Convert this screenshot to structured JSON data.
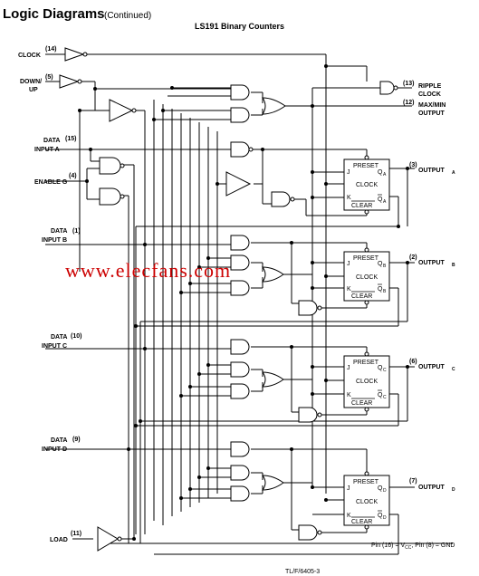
{
  "header": {
    "title": "Logic Diagrams",
    "continued": "(Continued)",
    "subtitle": "LS191 Binary Counters"
  },
  "inputs": {
    "clock": {
      "label": "CLOCK",
      "pin": "(14)"
    },
    "down_up_1": {
      "label": "DOWN/",
      "pin": "(5)"
    },
    "down_up_2": {
      "label": "UP"
    },
    "data_a_1": {
      "label": "DATA",
      "pin": "(15)"
    },
    "data_a_2": {
      "label": "INPUT A"
    },
    "enable": {
      "label": "ENABLE G",
      "pin": "(4)"
    },
    "data_b_1": {
      "label": "DATA",
      "pin": "(1)"
    },
    "data_b_2": {
      "label": "INPUT B"
    },
    "data_c_1": {
      "label": "DATA",
      "pin": "(10)"
    },
    "data_c_2": {
      "label": "INPUT C"
    },
    "data_d_1": {
      "label": "DATA",
      "pin": "(9)"
    },
    "data_d_2": {
      "label": "INPUT D"
    },
    "load": {
      "label": "LOAD",
      "pin": "(11)"
    }
  },
  "outputs": {
    "ripple_1": {
      "label": "RIPPLE",
      "pin": "(13)"
    },
    "ripple_2": {
      "label": "CLOCK"
    },
    "maxmin_1": {
      "label": "MAX/MIN",
      "pin": "(12)"
    },
    "maxmin_2": {
      "label": "OUTPUT"
    },
    "qa": {
      "label": "OUTPUT",
      "sub": "A",
      "pin": "(3)"
    },
    "qb": {
      "label": "OUTPUT",
      "sub": "B",
      "pin": "(2)"
    },
    "qc": {
      "label": "OUTPUT",
      "sub": "C",
      "pin": "(6)"
    },
    "qd": {
      "label": "OUTPUT",
      "sub": "D",
      "pin": "(7)"
    }
  },
  "flipflop": {
    "preset": "PRESET",
    "clear": "CLEAR",
    "clock": "CLOCK",
    "j": "J",
    "k": "K",
    "q": "Q",
    "qbar": "Q",
    "subs": [
      "A",
      "B",
      "C",
      "D"
    ]
  },
  "footer": {
    "pins_text": "Pin (16) = V",
    "pins_sub": "CC",
    "pins_text2": ", Pin (8) = GND",
    "figure_id": "TL/F/6405-3"
  },
  "watermark": "www.elecfans.com",
  "colors": {
    "ink": "#000000",
    "watermark": "#cc0000"
  }
}
